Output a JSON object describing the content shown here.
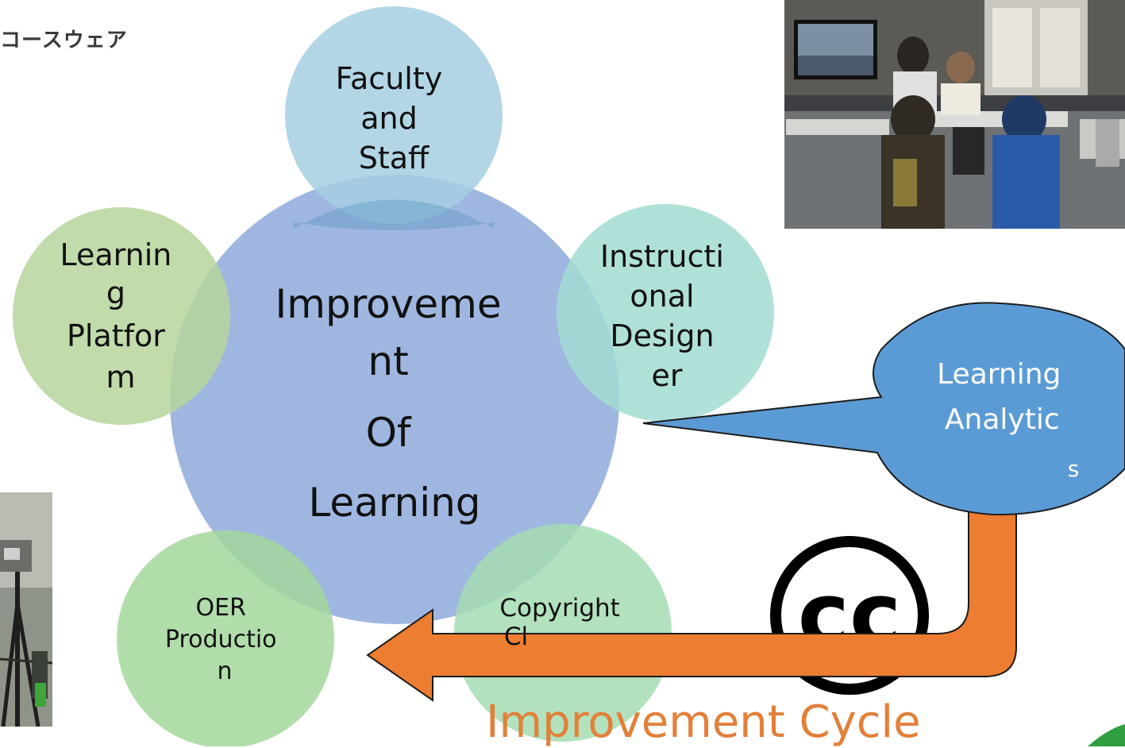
{
  "corner_title": "コースウェア",
  "center": {
    "lines": [
      "Improveme",
      "nt",
      "Of",
      "Learning"
    ]
  },
  "nodes": {
    "faculty": {
      "lines": [
        "Faculty",
        "and",
        "Staff"
      ]
    },
    "designer": {
      "lines": [
        "Instructi",
        "onal",
        "Design",
        "er"
      ]
    },
    "copyright": {
      "lines": [
        "Copyright",
        "Cl"
      ]
    },
    "oer": {
      "lines": [
        "OER",
        "Productio",
        "n"
      ]
    },
    "platform": {
      "lines": [
        "Learnin",
        "g",
        "Platfor",
        "m"
      ]
    }
  },
  "callout": {
    "lines": [
      "Learning",
      "Analytic",
      "s"
    ]
  },
  "cc_logo": {
    "label": "cc"
  },
  "cycle_title": "Improvement Cycle",
  "colors": {
    "center_fill": "#9fb7e0",
    "faculty_fill": "#a5cfe0",
    "designer_fill": "#a2dcd1",
    "copyright_fill": "#a4dcb3",
    "oer_fill": "#a3d79b",
    "platform_fill": "#b6d59c",
    "callout_fill": "#5b9bd5",
    "arrow_fill": "#ed7d31",
    "cycle_title_color": "#e2803a"
  },
  "photos": {
    "top_right": "classroom-photo",
    "bottom_left": "camera-tripod-photo"
  }
}
